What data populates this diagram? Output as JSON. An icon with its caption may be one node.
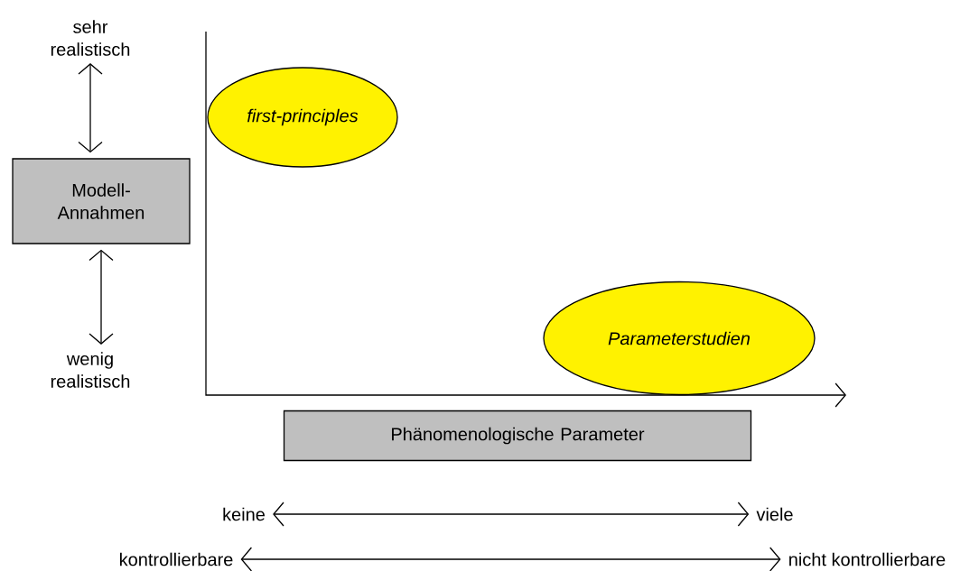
{
  "diagram": {
    "nodes": [
      {
        "text": [
          "sehr realistisch"
        ]
      },
      {
        "text": [
          "Modell-Annahmen"
        ]
      },
      {
        "text": [
          "wenig realistisch"
        ]
      },
      {
        "text": [
          "first-principles"
        ]
      },
      {
        "text": [
          "Parameterstudien"
        ]
      },
      {
        "text": [
          "Phänomenologische Parameter"
        ]
      },
      {
        "text": [
          "keine"
        ]
      },
      {
        "text": [
          "viele"
        ]
      },
      {
        "text": [
          "kontrollierbare"
        ]
      },
      {
        "text": [
          "nicht kontrollierbare"
        ]
      }
    ],
    "edges": [
      {
        "from": 0,
        "to": 1,
        "arrow": "both"
      },
      {
        "from": 1,
        "to": 2,
        "arrow": "both"
      },
      {
        "from": 6,
        "to": 7,
        "arrow": "both"
      },
      {
        "from": 8,
        "to": 9,
        "arrow": "both"
      }
    ]
  }
}
